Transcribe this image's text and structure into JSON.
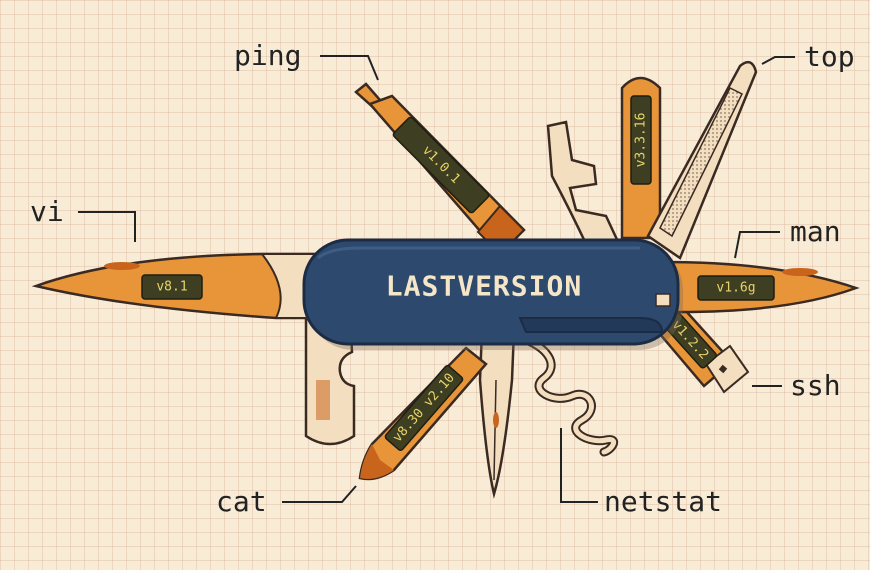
{
  "brand": "LASTVERSION",
  "colors": {
    "background": "#f9ecd6",
    "grid": "#d6aa96",
    "handle": "#2d4a6e",
    "blade": "#e8953a",
    "blade_dark": "#c9641c",
    "cream": "#f3dfc0",
    "display": "#3e3f22",
    "display_text": "#e8d36a",
    "outline": "#3a2a22"
  },
  "tools": {
    "ping": {
      "label": "ping",
      "version": "v1.0.1"
    },
    "top": {
      "label": "top",
      "version": "v3.3.16"
    },
    "vi": {
      "label": "vi",
      "version": "v8.1"
    },
    "man": {
      "label": "man",
      "version": "v1.6g"
    },
    "ssh": {
      "label": "ssh",
      "version": "v1.2.2"
    },
    "cat": {
      "label": "cat",
      "version": "v8.30 v2.10"
    },
    "netstat": {
      "label": "netstat"
    }
  }
}
